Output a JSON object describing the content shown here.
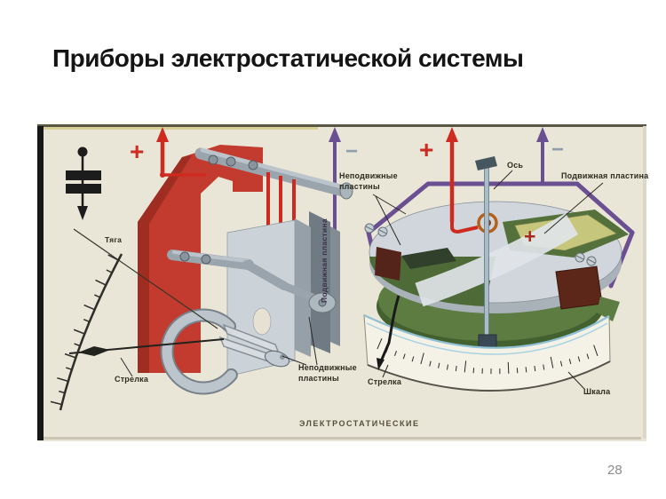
{
  "slide": {
    "title": "Приборы электростатической системы",
    "page_number": "28"
  },
  "diagram": {
    "caption": "ЭЛЕКТРОСТАТИЧЕСКИЕ",
    "signs": {
      "plus": "+",
      "minus": "−"
    },
    "left_device": {
      "labels": {
        "tyaga": "Тяга",
        "strelka": "Стрелка",
        "nepodvizhnye_line1": "Неподвижные",
        "nepodvizhnye_line2": "пластины",
        "podvizhnaya_vertical": "Подвижная пластина"
      }
    },
    "right_device": {
      "labels": {
        "nepodvizhnye_line1": "Неподвижные",
        "nepodvizhnye_line2": "пластины",
        "os": "Ось",
        "podvizhnaya": "Подвижная пластина",
        "strelka": "Стрелка",
        "shkala": "Шкала"
      }
    },
    "colors": {
      "paper": "#e9e5d7",
      "accent_red": "#cf2a20",
      "accent_purple": "#6b4f93",
      "plate_green": "#4e6b37",
      "plate_gray": "#d0d6db"
    }
  }
}
